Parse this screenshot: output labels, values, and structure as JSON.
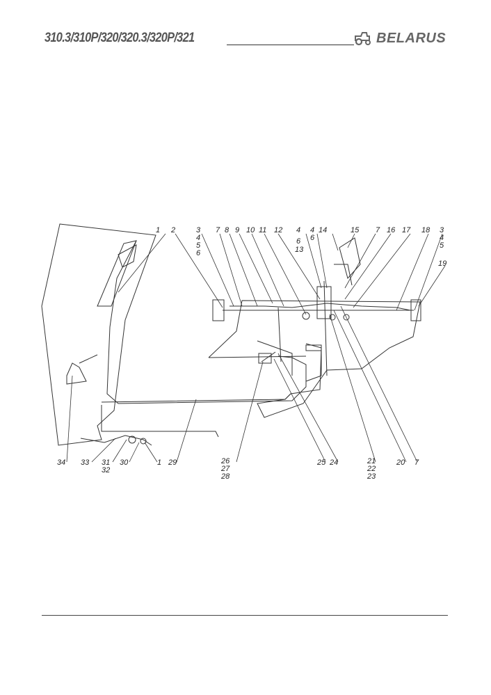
{
  "header": {
    "title": "310.3/310P/320/320.3/320P/321",
    "brand": "BELARUS",
    "brand_icon": "tractor-icon",
    "accent_color": "#666666"
  },
  "callouts": [
    {
      "id": "c1a",
      "text": "1"
    },
    {
      "id": "c2",
      "text": "2"
    },
    {
      "id": "c3a",
      "text": "3"
    },
    {
      "id": "c4a",
      "text": "4"
    },
    {
      "id": "c5a",
      "text": "5"
    },
    {
      "id": "c6a",
      "text": "6"
    },
    {
      "id": "c7a",
      "text": "7"
    },
    {
      "id": "c8",
      "text": "8"
    },
    {
      "id": "c9",
      "text": "9"
    },
    {
      "id": "c10",
      "text": "10"
    },
    {
      "id": "c11",
      "text": "11"
    },
    {
      "id": "c12",
      "text": "12"
    },
    {
      "id": "c4b",
      "text": "4"
    },
    {
      "id": "c6b",
      "text": "6"
    },
    {
      "id": "c13",
      "text": "13"
    },
    {
      "id": "c4c",
      "text": "4"
    },
    {
      "id": "c6c",
      "text": "6"
    },
    {
      "id": "c14",
      "text": "14"
    },
    {
      "id": "c15",
      "text": "15"
    },
    {
      "id": "c7b",
      "text": "7"
    },
    {
      "id": "c16",
      "text": "16"
    },
    {
      "id": "c17",
      "text": "17"
    },
    {
      "id": "c18",
      "text": "18"
    },
    {
      "id": "c3b",
      "text": "3"
    },
    {
      "id": "c4d",
      "text": "4"
    },
    {
      "id": "c5b",
      "text": "5"
    },
    {
      "id": "c19",
      "text": "19"
    },
    {
      "id": "c34",
      "text": "34"
    },
    {
      "id": "c33",
      "text": "33"
    },
    {
      "id": "c31",
      "text": "31"
    },
    {
      "id": "c32",
      "text": "32"
    },
    {
      "id": "c30",
      "text": "30"
    },
    {
      "id": "c1b",
      "text": "1"
    },
    {
      "id": "c29",
      "text": "29"
    },
    {
      "id": "c26",
      "text": "26"
    },
    {
      "id": "c27",
      "text": "27"
    },
    {
      "id": "c28",
      "text": "28"
    },
    {
      "id": "c25",
      "text": "25"
    },
    {
      "id": "c24",
      "text": "24"
    },
    {
      "id": "c21",
      "text": "21"
    },
    {
      "id": "c22",
      "text": "22"
    },
    {
      "id": "c23",
      "text": "23"
    },
    {
      "id": "c20",
      "text": "20"
    },
    {
      "id": "c7c",
      "text": "7"
    }
  ]
}
